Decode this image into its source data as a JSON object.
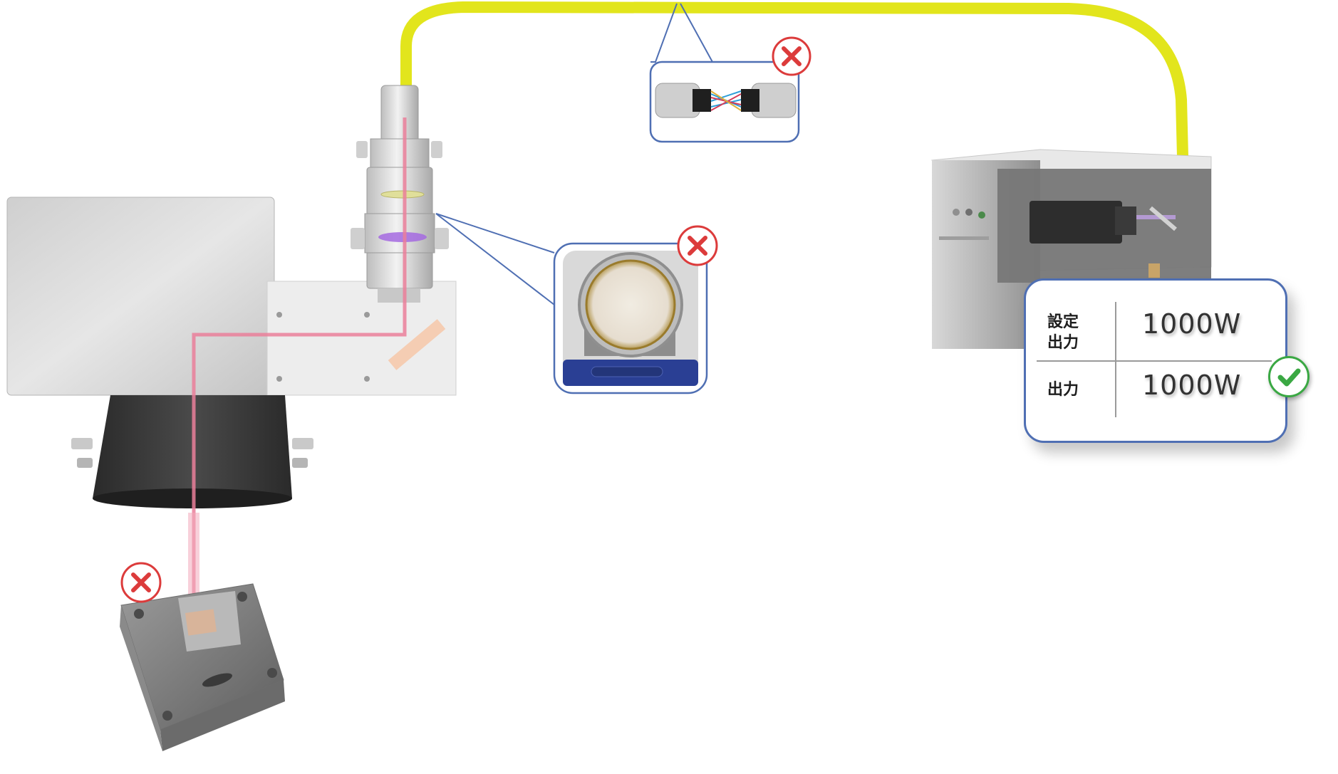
{
  "power_panel": {
    "set_output_label": "設定\n出力",
    "set_output_value": "1000W",
    "output_label": "出力",
    "output_value": "1000W"
  },
  "status": {
    "ok_badge": "check-circle-icon",
    "fail_badge": "x-circle-icon"
  },
  "colors": {
    "fiber_cable": "#e2e51c",
    "laser_beam": "#ea7f9a",
    "callout_border": "#4f6fb3",
    "fail_red": "#dc3b3b",
    "ok_green": "#3aa843"
  }
}
